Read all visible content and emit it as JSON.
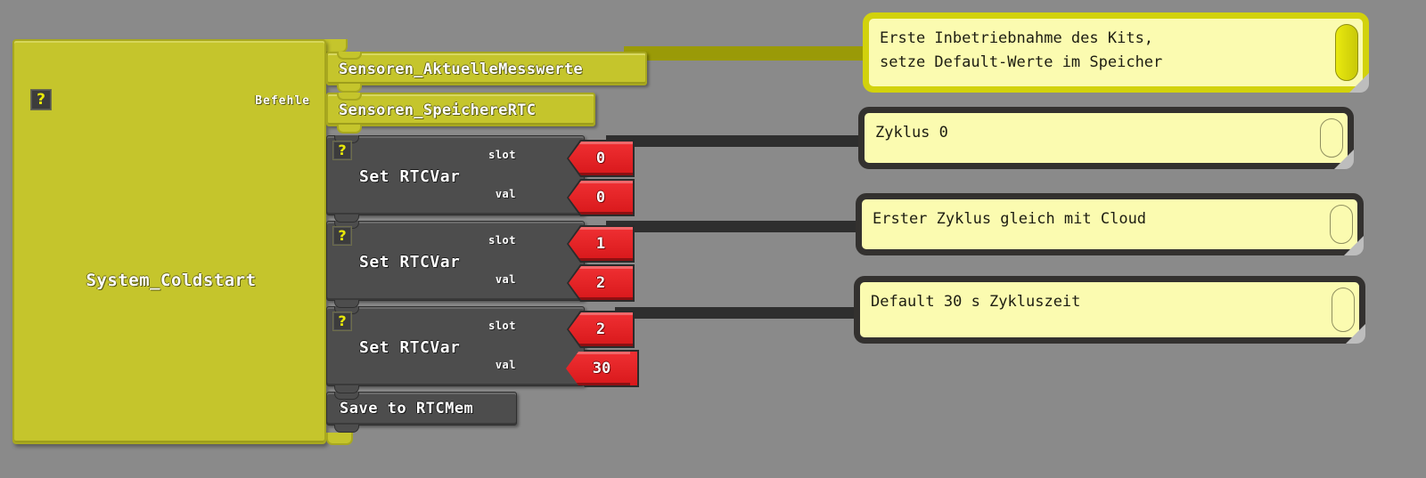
{
  "canvas": {
    "background_color": "#8a8a8a",
    "block_yellow": "#c5c52c",
    "block_dark": "#4d4d4d",
    "slot_red": "#e8191c",
    "comment_yellow": "#fbfbb0"
  },
  "event_block": {
    "name": "System_Coldstart",
    "slot_label": "Befehle",
    "help_icon": "question-mark-icon"
  },
  "stack": [
    {
      "type": "command",
      "label": "Sensoren_AktuelleMesswerte"
    },
    {
      "type": "command",
      "label": "Sensoren_SpeichereRTC"
    },
    {
      "type": "set_rtcvar",
      "label": "Set RTCVar",
      "help_icon": "question-mark-icon",
      "slot_label": "slot",
      "slot_value": "0",
      "val_label": "val",
      "val_value": "0"
    },
    {
      "type": "set_rtcvar",
      "label": "Set RTCVar",
      "help_icon": "question-mark-icon",
      "slot_label": "slot",
      "slot_value": "1",
      "val_label": "val",
      "val_value": "2"
    },
    {
      "type": "set_rtcvar",
      "label": "Set RTCVar",
      "help_icon": "question-mark-icon",
      "slot_label": "slot",
      "slot_value": "2",
      "val_label": "val",
      "val_value": "30"
    },
    {
      "type": "command_dark",
      "label": "Save to RTCMem"
    }
  ],
  "comments": [
    {
      "text": "Erste Inbetriebnahme des Kits,\nsetze Default-Werte im Speicher",
      "border": "olive"
    },
    {
      "text": "Zyklus 0",
      "border": "dark"
    },
    {
      "text": "Erster Zyklus gleich mit Cloud",
      "border": "dark"
    },
    {
      "text": "Default 30 s Zykluszeit",
      "border": "dark"
    }
  ]
}
